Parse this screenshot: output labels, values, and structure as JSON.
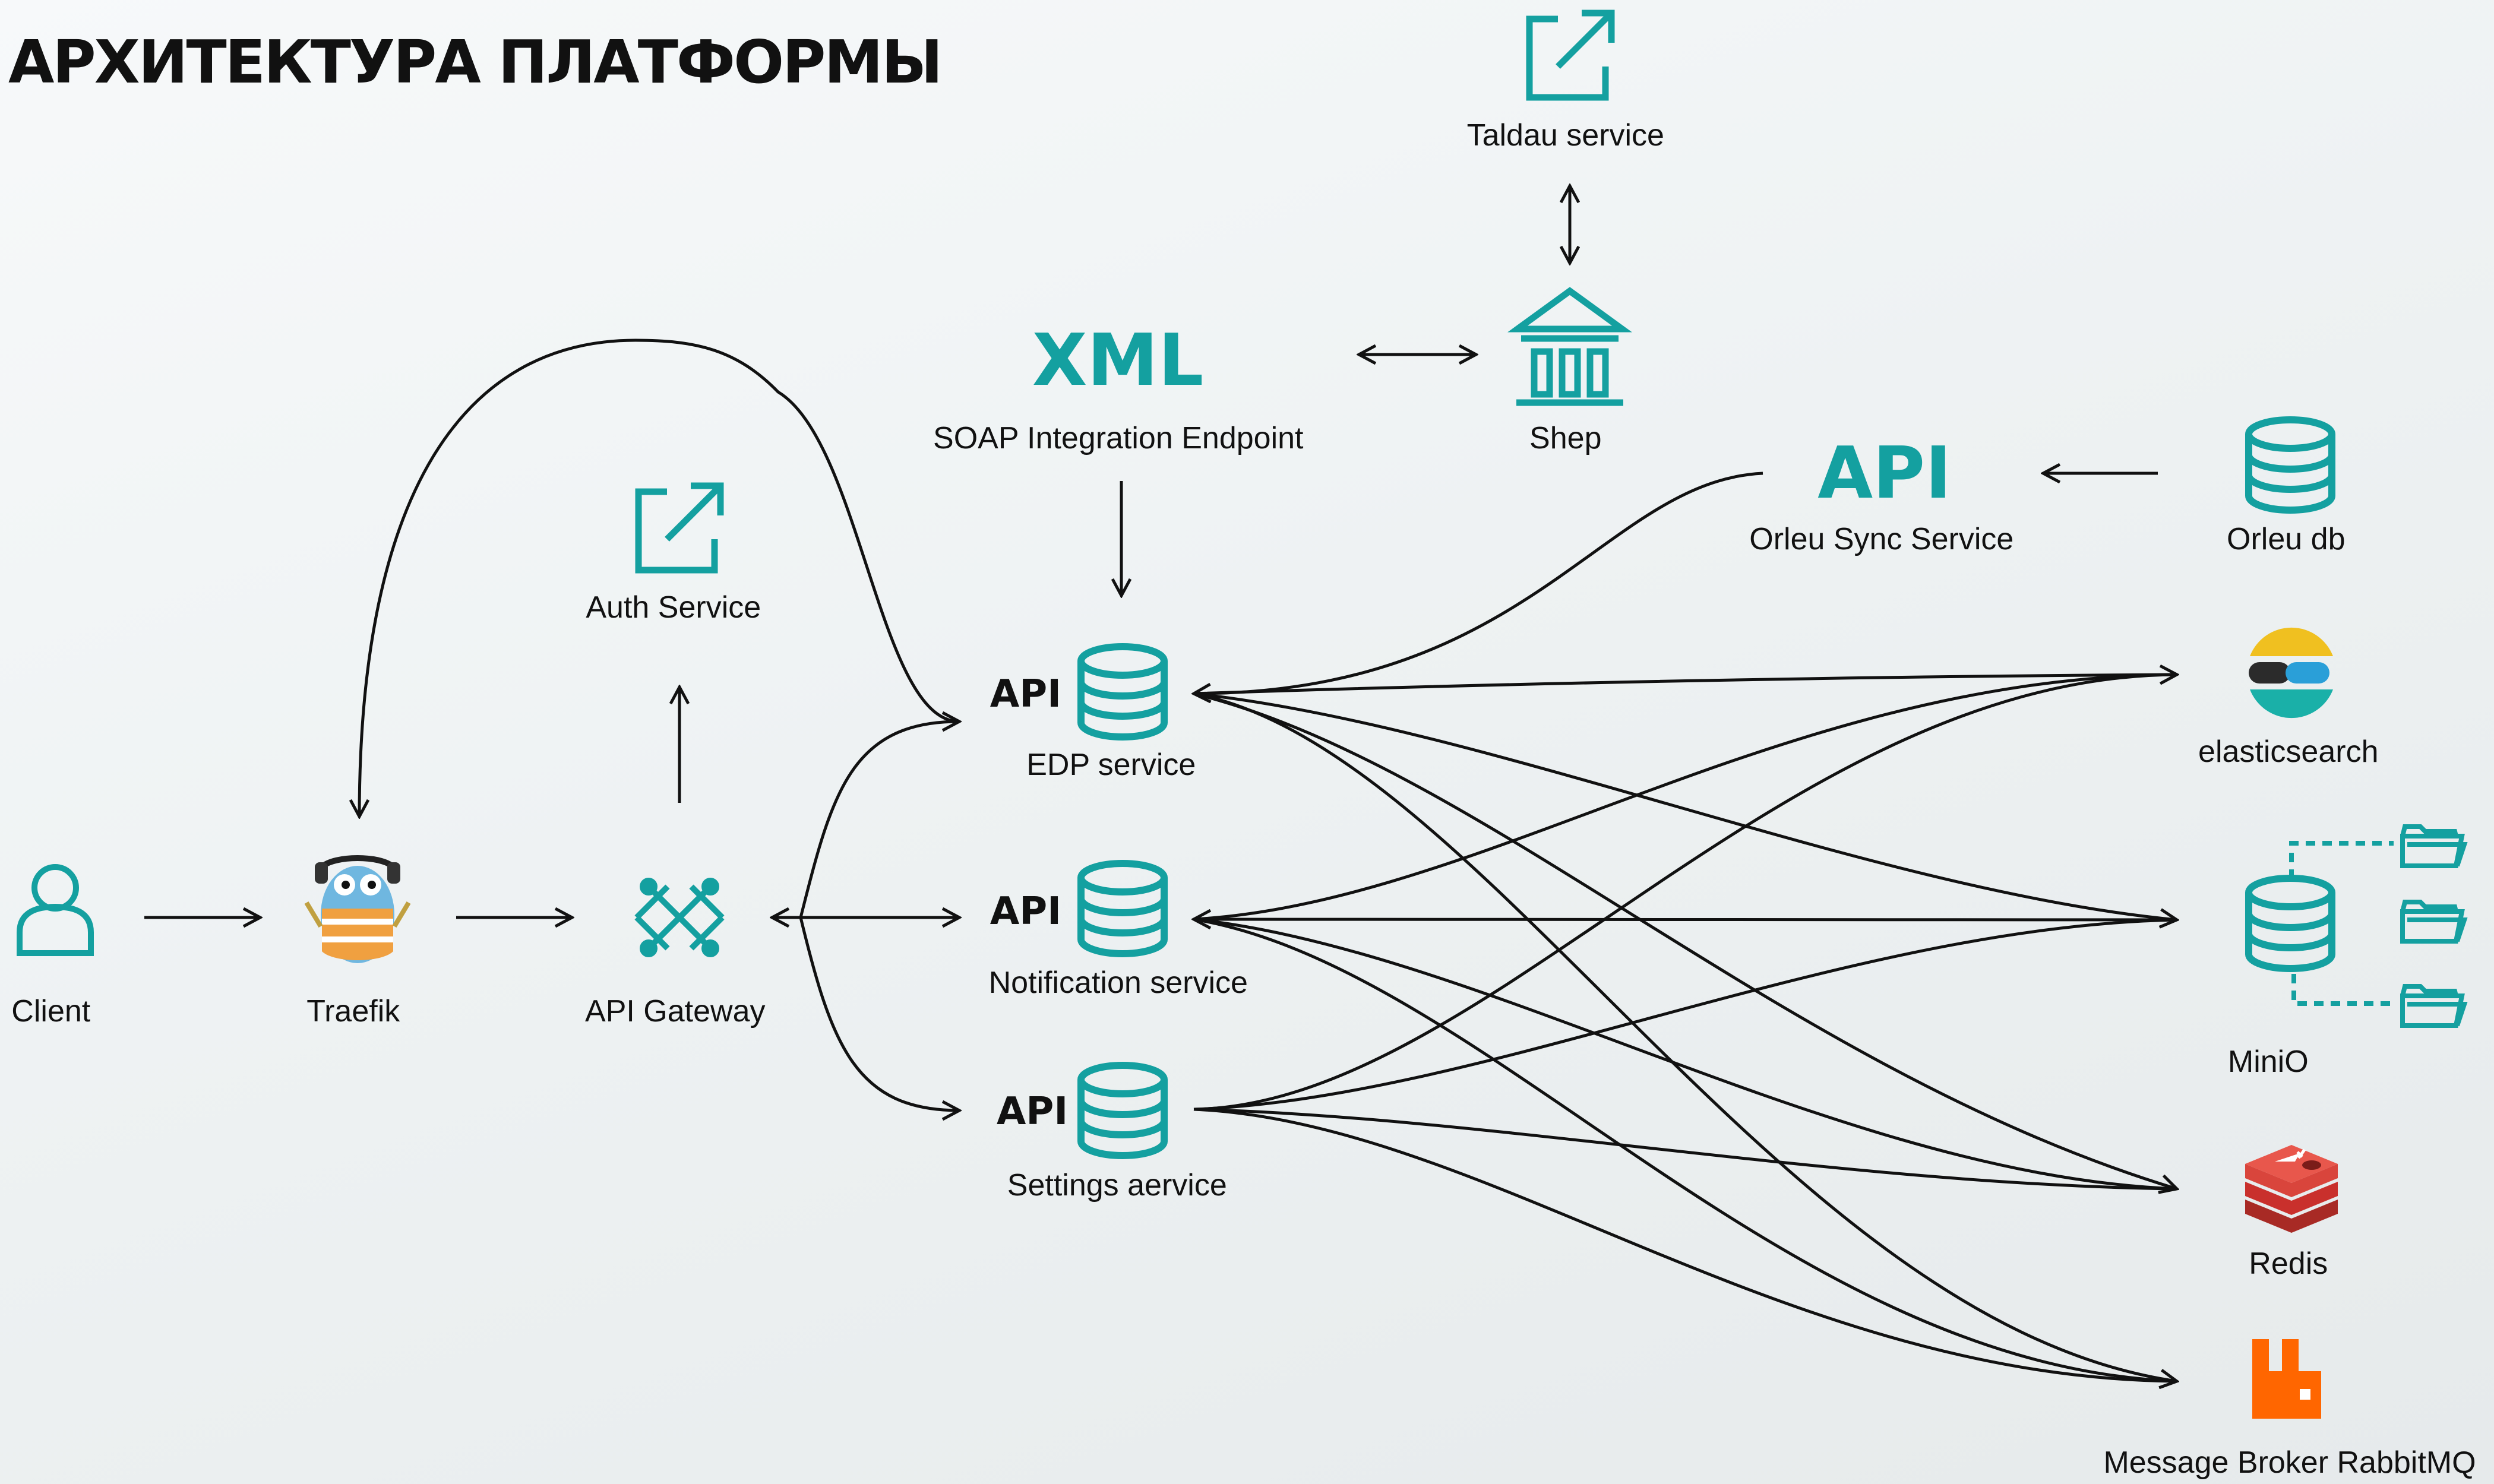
{
  "title": "АРХИТЕКТУРА ПЛАТФОРМЫ",
  "colors": {
    "teal": "#14a0a0",
    "line": "#111111",
    "text": "#111111",
    "elastic_yellow": "#f0c020",
    "elastic_teal": "#1ab0a8",
    "elastic_blue": "#2a9fd8",
    "elastic_dark": "#2b2b2b",
    "redis_red": "#c9302c",
    "rabbitmq_orange": "#ff6600",
    "traefik_orange": "#f0a040",
    "traefik_blue": "#6fb7e0"
  },
  "nodes": {
    "client": {
      "label": "Client",
      "icon": "user-icon"
    },
    "traefik": {
      "label": "Traefik",
      "icon": "traefik-gopher-icon"
    },
    "api_gateway": {
      "label": "API Gateway",
      "icon": "api-gateway-icon"
    },
    "auth": {
      "label": "Auth Service",
      "icon": "external-link-icon"
    },
    "soap": {
      "label": "SOAP Integration Endpoint",
      "badge": "XML"
    },
    "taldau": {
      "label": "Taldau service",
      "icon": "external-link-icon"
    },
    "shep": {
      "label": "Shep",
      "icon": "bank-building-icon"
    },
    "orleu_sync": {
      "label": "Orleu Sync Service",
      "badge": "API"
    },
    "orleu_db": {
      "label": "Orleu db",
      "icon": "database-icon"
    },
    "edp": {
      "label": "EDP service",
      "badge": "API",
      "icon": "database-icon"
    },
    "notification": {
      "label": "Notification service",
      "badge": "API",
      "icon": "database-icon"
    },
    "settings": {
      "label": "Settings aervice",
      "badge": "API",
      "icon": "database-icon"
    },
    "elasticsearch": {
      "label": "elasticsearch",
      "icon": "elasticsearch-icon"
    },
    "minio": {
      "label": "MiniO",
      "icon": "database-folders-icon"
    },
    "redis": {
      "label": "Redis",
      "icon": "redis-icon"
    },
    "rabbitmq": {
      "label": "Message Broker RabbitMQ",
      "icon": "rabbitmq-icon"
    }
  }
}
